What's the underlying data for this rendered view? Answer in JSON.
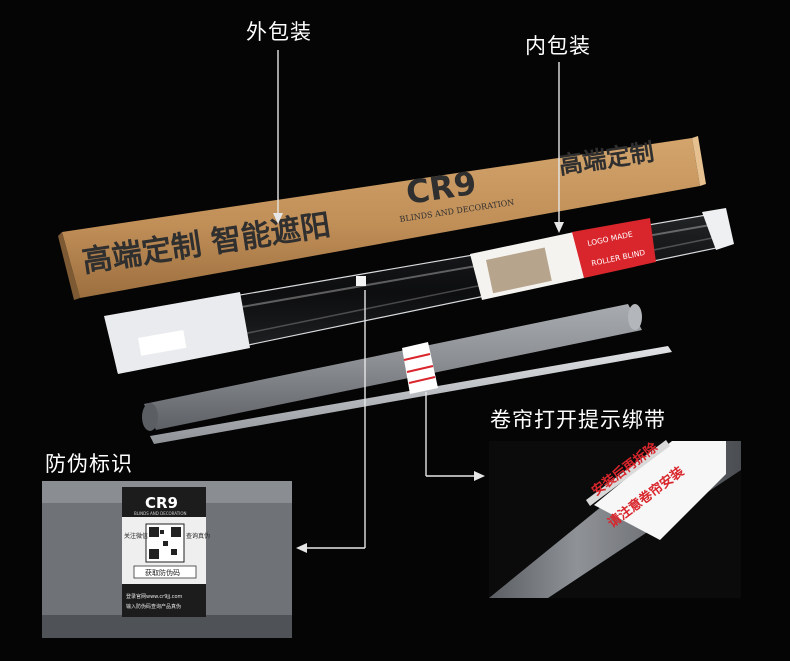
{
  "labels": {
    "outer": "外包装",
    "inner": "内包装",
    "roller_tag": "卷帘打开提示绑带",
    "anti_fake": "防伪标识"
  },
  "box": {
    "brand": "CR9",
    "brand_sub": "BLINDS AND DECORATION",
    "slogan_left": "高端定制  智能遮阳",
    "slogan_right": "高端定制"
  },
  "sleeve": {
    "card_top": "LOGO MADE",
    "card_mid": "ROLLER BLIND"
  },
  "tag": {
    "line1": "安装后再拆除",
    "line2": "请注意卷帘安装"
  },
  "sticker": {
    "brand": "CR9",
    "brand_sub": "BLINDS AND DECORATION",
    "left_text": "关注微信",
    "right_text": "查询真伪",
    "scan_text": "获取防伪码",
    "site": "登录官网www.cr9jj.com",
    "hint": "输入防伪码查询产品真伪"
  },
  "colors": {
    "background": "#050505",
    "kraft": "#c2935c",
    "print": "#2f2f30",
    "tag_red": "#d9262c",
    "tube": "#8a8d92"
  }
}
